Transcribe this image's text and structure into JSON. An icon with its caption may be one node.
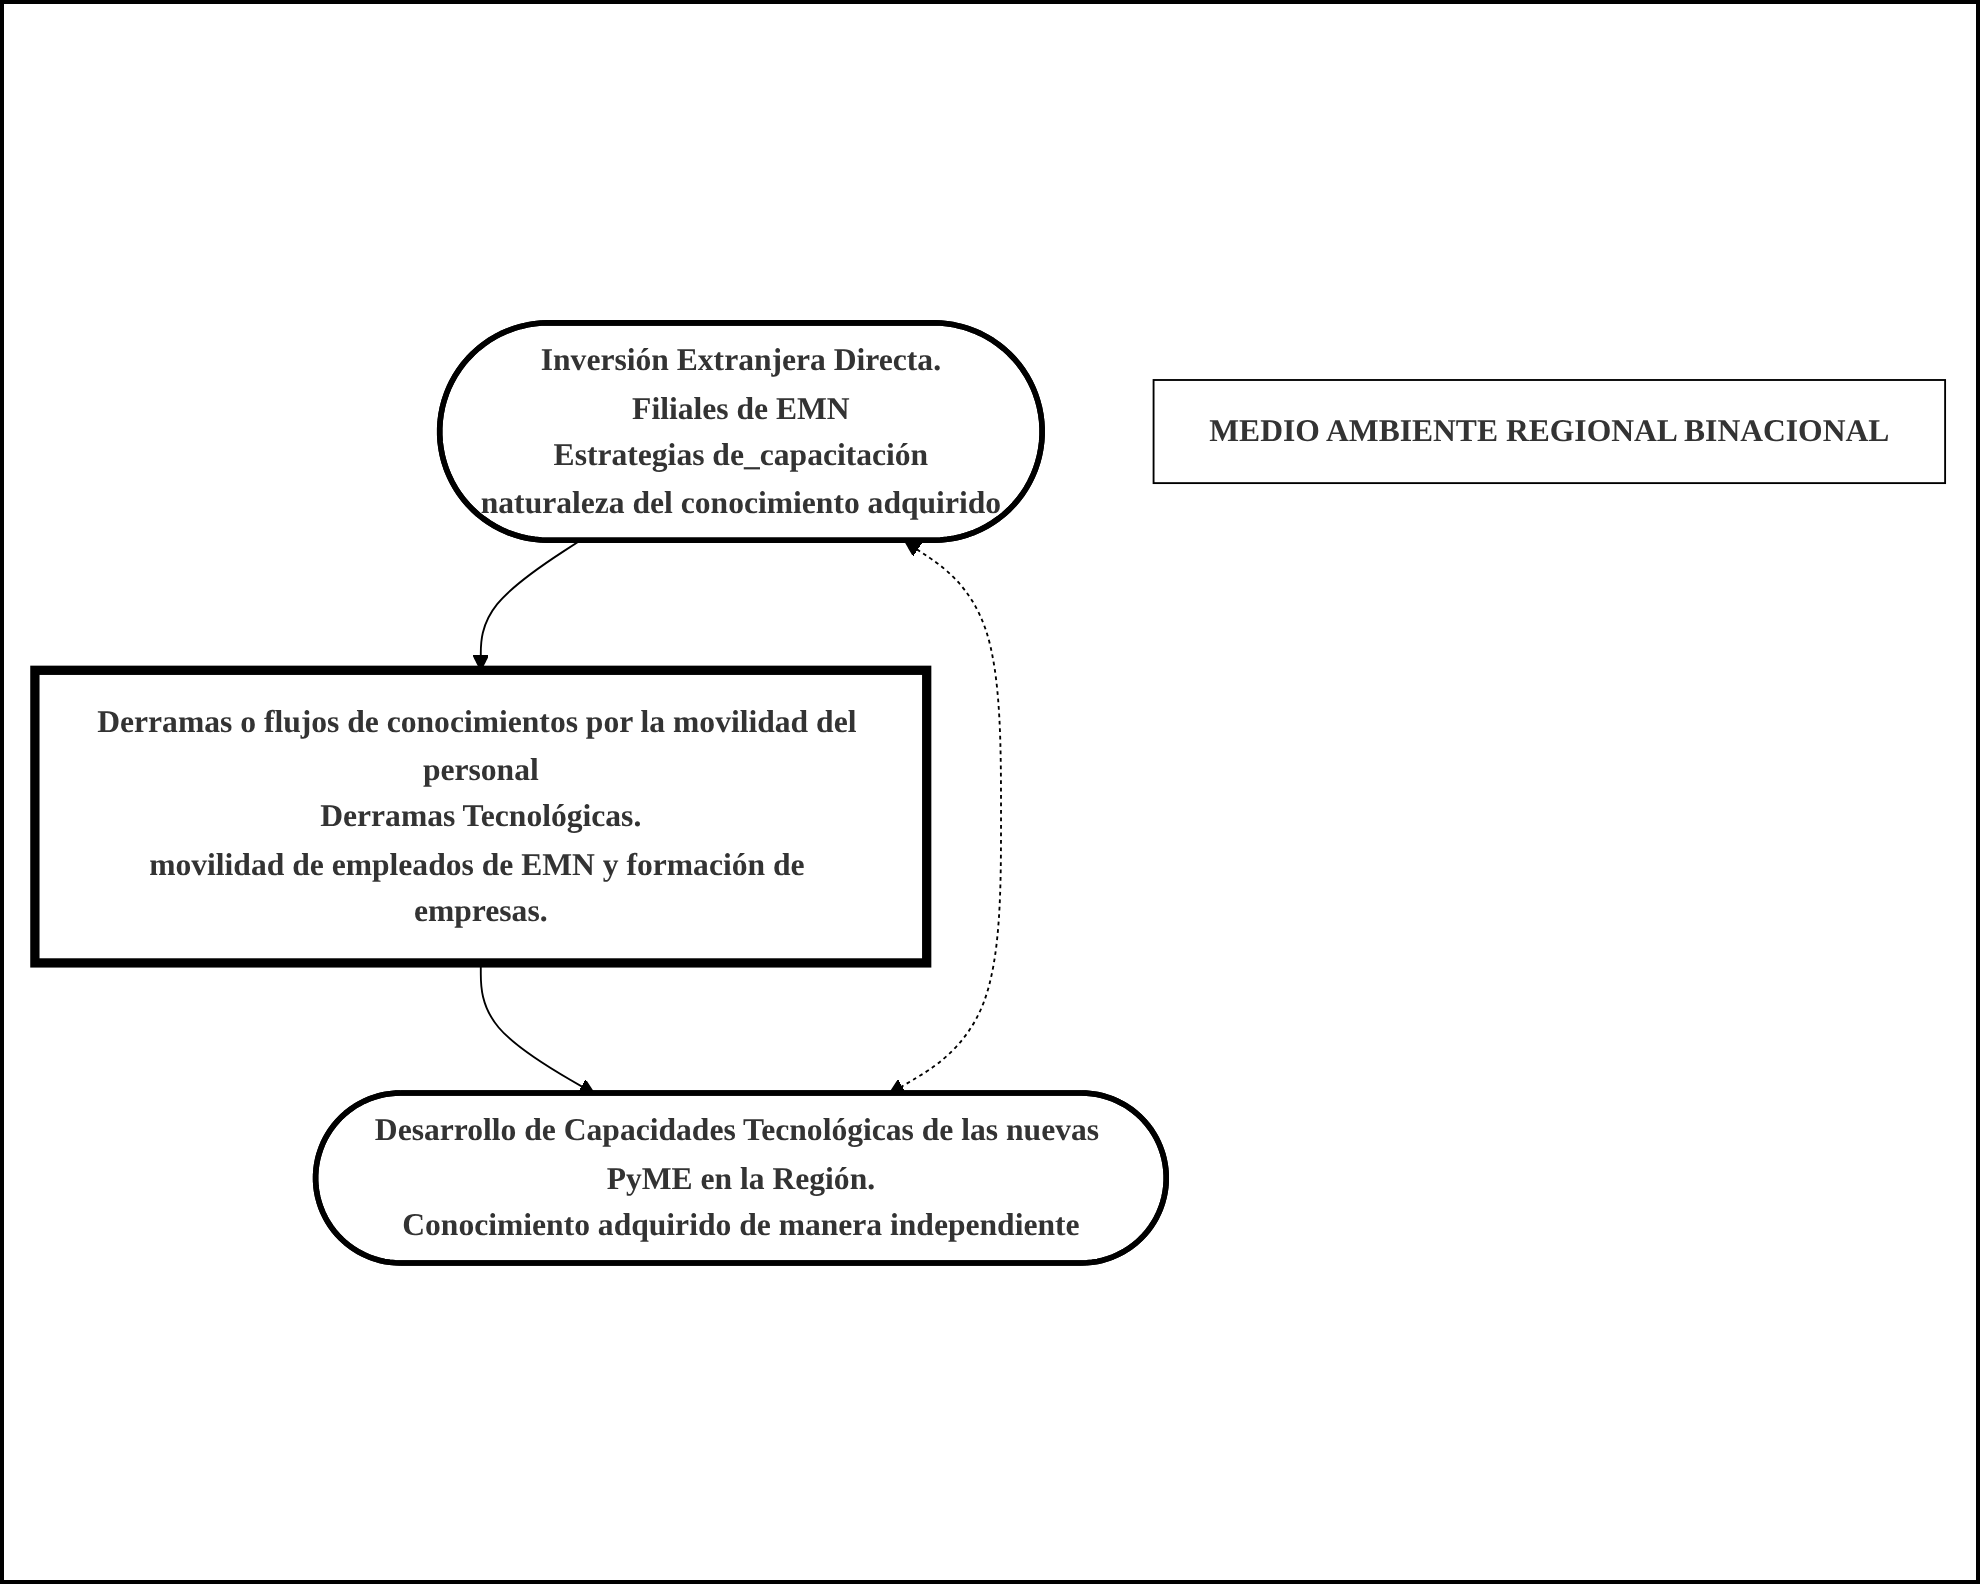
{
  "diagram": {
    "nodes": [
      {
        "text": [
          "Inversión Extranjera Directa.",
          "Filiales de EMN",
          "Estrategias de_capacitación",
          "naturaleza del conocimiento adquirido"
        ]
      },
      {
        "text": [
          "MEDIO AMBIENTE REGIONAL BINACIONAL"
        ]
      },
      {
        "text": [
          "Derramas o flujos de conocimientos por la movilidad del personal",
          "Derramas Tecnológicas.",
          "movilidad de empleados de EMN y formación de empresas."
        ]
      },
      {
        "text": [
          "Desarrollo de Capacidades Tecnológicas de las nuevas PyME en la Región.",
          "Conocimiento adquirido de manera independiente"
        ]
      }
    ],
    "edges": [
      {
        "from": 0,
        "to": 2,
        "arrow": "to"
      },
      {
        "from": 2,
        "to": 3,
        "arrow": "to"
      },
      {
        "from": 0,
        "to": 3,
        "arrow": "both",
        "style": "dashed"
      }
    ]
  }
}
